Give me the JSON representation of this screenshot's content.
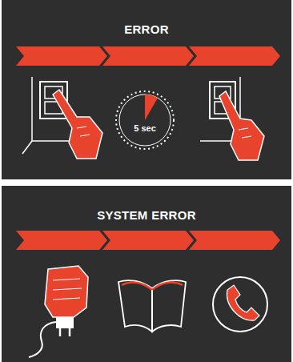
{
  "diagram": {
    "nodes": [
      {
        "text": [
          "ERROR"
        ]
      },
      {
        "text": [
          "5 sec"
        ],
        "in": 0
      },
      {
        "text": [
          "SYSTEM ERROR"
        ]
      }
    ]
  }
}
